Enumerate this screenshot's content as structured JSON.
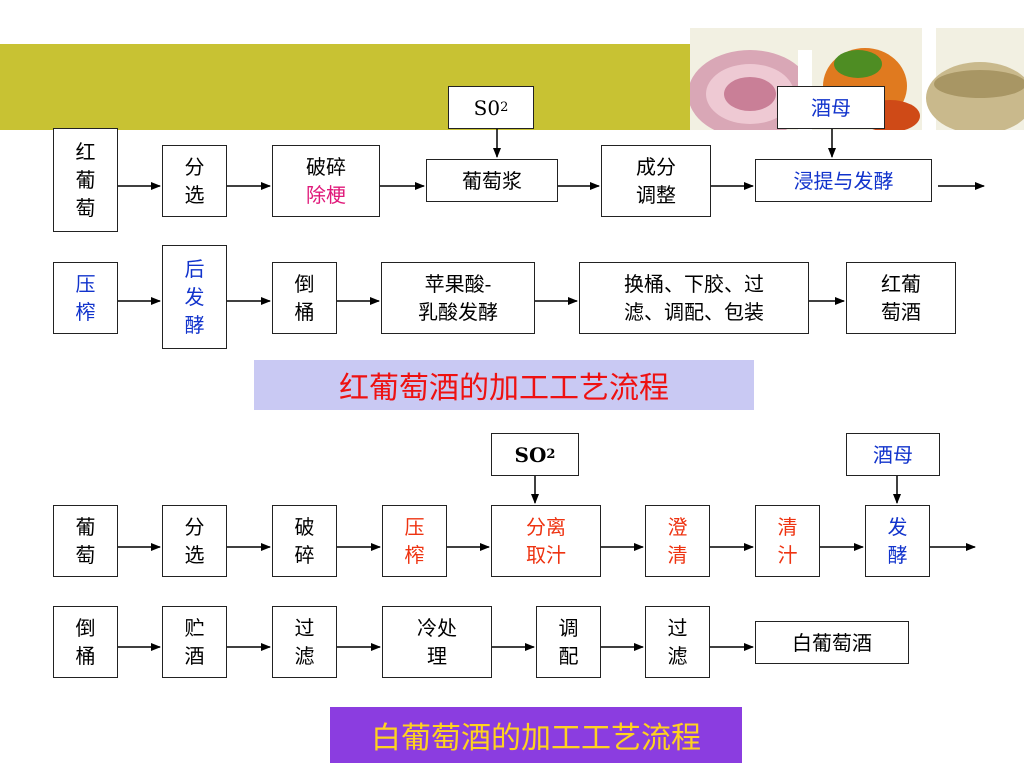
{
  "red_wine": {
    "title": "红葡萄酒的加工工艺流程",
    "so2": "S0",
    "so2_sub": "2",
    "yeast": "酒母",
    "row1": [
      "红\n葡\n萄",
      "分\n选",
      "破碎",
      "除梗",
      "葡萄浆",
      "成分\n调整",
      "浸提与发酵"
    ],
    "row2": [
      "压\n榨",
      "后\n发\n酵",
      "倒\n桶",
      "苹果酸-\n乳酸发酵",
      "换桶、下胶、过\n滤、调配、包装",
      "红葡\n萄酒"
    ]
  },
  "white_wine": {
    "title": "白葡萄酒的加工工艺流程",
    "so2": "SO",
    "so2_sub": "2",
    "yeast": "酒母",
    "row1": [
      "葡\n萄",
      "分\n选",
      "破\n碎",
      "压\n榨",
      "分离\n取汁",
      "澄\n清",
      "清\n汁",
      "发\n酵"
    ],
    "row2": [
      "倒\n桶",
      "贮\n酒",
      "过\n滤",
      "冷处\n理",
      "调\n配",
      "过\n滤",
      "白葡萄酒"
    ]
  },
  "colors": {
    "banner": "#c8c233",
    "blue_text": "#1133cc",
    "red_text": "#e8141e",
    "title1_bg": "#c9c9f3",
    "title2_bg": "#8b3de0",
    "title2_text": "#ffd21f"
  }
}
